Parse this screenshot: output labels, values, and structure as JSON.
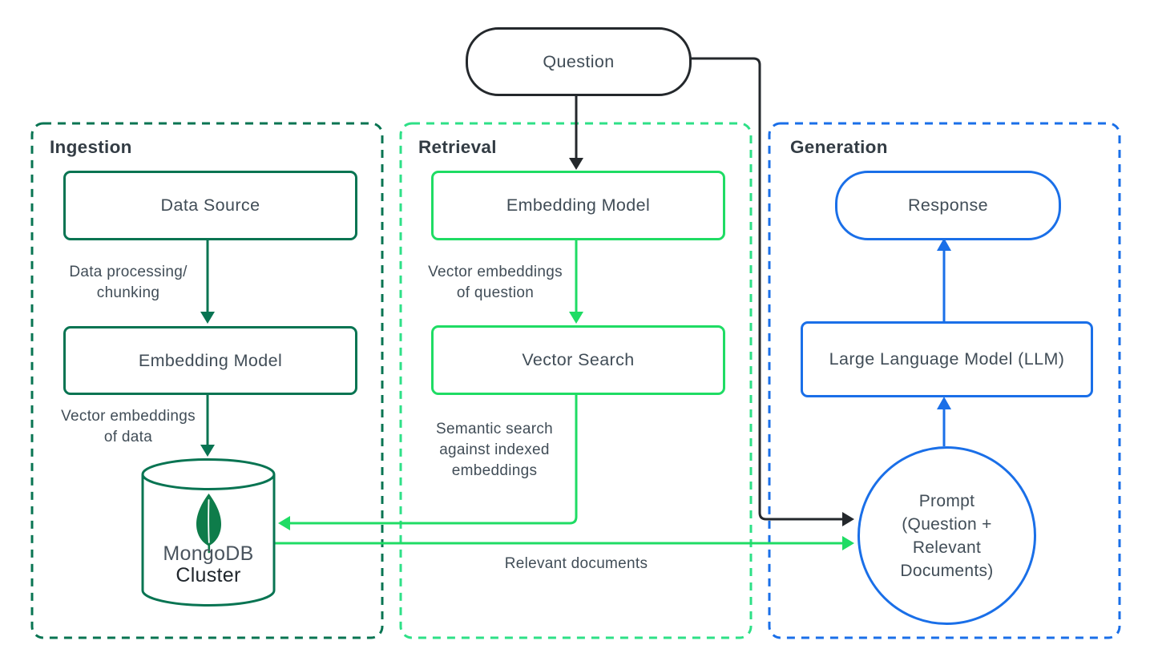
{
  "colors": {
    "ink": "#24282c",
    "heading": "#333c44",
    "label": "#414d57",
    "dgreen": "#087452",
    "green": "#1fdc64",
    "mint": "#2ee087",
    "blue": "#1a6fe8",
    "leaf": "#0e7c4a",
    "mtext": "#4a545e",
    "ctext": "#20262c",
    "bg": "#ffffff"
  },
  "sections": {
    "ingestion": "Ingestion",
    "retrieval": "Retrieval",
    "generation": "Generation"
  },
  "nodes": {
    "question": "Question",
    "data_source": "Data Source",
    "embedding_model_ingestion": "Embedding Model",
    "embedding_model_retrieval": "Embedding Model",
    "vector_search": "Vector Search",
    "mongodb_line1": "MongoDB",
    "mongodb_line2": "Cluster",
    "response": "Response",
    "llm": "Large Language Model (LLM)",
    "prompt": "Prompt\n(Question +\nRelevant\nDocuments)"
  },
  "edge_labels": {
    "data_processing": "Data processing/\nchunking",
    "vector_embeddings_data": "Vector embeddings\nof data",
    "vector_embeddings_question": "Vector embeddings\nof question",
    "semantic_search": "Semantic search\nagainst indexed\nembeddings",
    "relevant_documents": "Relevant documents"
  }
}
